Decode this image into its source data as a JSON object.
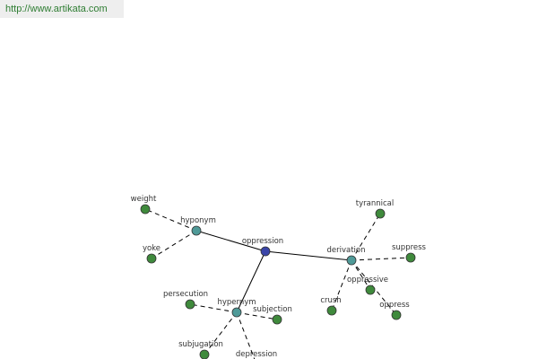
{
  "source_link": "http://www.artikata.com",
  "colors": {
    "root": "#3a45a8",
    "relation": "#4f9a98",
    "word": "#3f8a3c",
    "link": "#2e7d32"
  },
  "graph": {
    "nodes": [
      {
        "id": "oppression",
        "label": "oppression",
        "kind": "root"
      },
      {
        "id": "hyponym",
        "label": "hyponym",
        "kind": "relation"
      },
      {
        "id": "derivation",
        "label": "derivation",
        "kind": "relation"
      },
      {
        "id": "hypernym",
        "label": "hypernym",
        "kind": "relation"
      },
      {
        "id": "weight",
        "label": "weight",
        "kind": "word"
      },
      {
        "id": "yoke",
        "label": "yoke",
        "kind": "word"
      },
      {
        "id": "tyrannical",
        "label": "tyrannical",
        "kind": "word"
      },
      {
        "id": "suppress",
        "label": "suppress",
        "kind": "word"
      },
      {
        "id": "oppressive",
        "label": "oppressive",
        "kind": "word"
      },
      {
        "id": "oppress",
        "label": "oppress",
        "kind": "word"
      },
      {
        "id": "crush",
        "label": "crush",
        "kind": "word"
      },
      {
        "id": "persecution",
        "label": "persecution",
        "kind": "word"
      },
      {
        "id": "subjection",
        "label": "subjection",
        "kind": "word"
      },
      {
        "id": "subjugation",
        "label": "subjugation",
        "kind": "word"
      },
      {
        "id": "depression",
        "label": "depression",
        "kind": "word"
      }
    ],
    "edges": [
      {
        "from": "oppression",
        "to": "hyponym",
        "style": "solid"
      },
      {
        "from": "oppression",
        "to": "derivation",
        "style": "solid"
      },
      {
        "from": "oppression",
        "to": "hypernym",
        "style": "solid"
      },
      {
        "from": "hyponym",
        "to": "weight",
        "style": "dashed"
      },
      {
        "from": "hyponym",
        "to": "yoke",
        "style": "dashed"
      },
      {
        "from": "derivation",
        "to": "tyrannical",
        "style": "dashed"
      },
      {
        "from": "derivation",
        "to": "suppress",
        "style": "dashed"
      },
      {
        "from": "derivation",
        "to": "oppressive",
        "style": "dashed"
      },
      {
        "from": "derivation",
        "to": "oppress",
        "style": "dashed"
      },
      {
        "from": "derivation",
        "to": "crush",
        "style": "dashed"
      },
      {
        "from": "hypernym",
        "to": "persecution",
        "style": "dashed"
      },
      {
        "from": "hypernym",
        "to": "subjection",
        "style": "dashed"
      },
      {
        "from": "hypernym",
        "to": "subjugation",
        "style": "dashed"
      },
      {
        "from": "hypernym",
        "to": "depression",
        "style": "dashed"
      }
    ]
  }
}
